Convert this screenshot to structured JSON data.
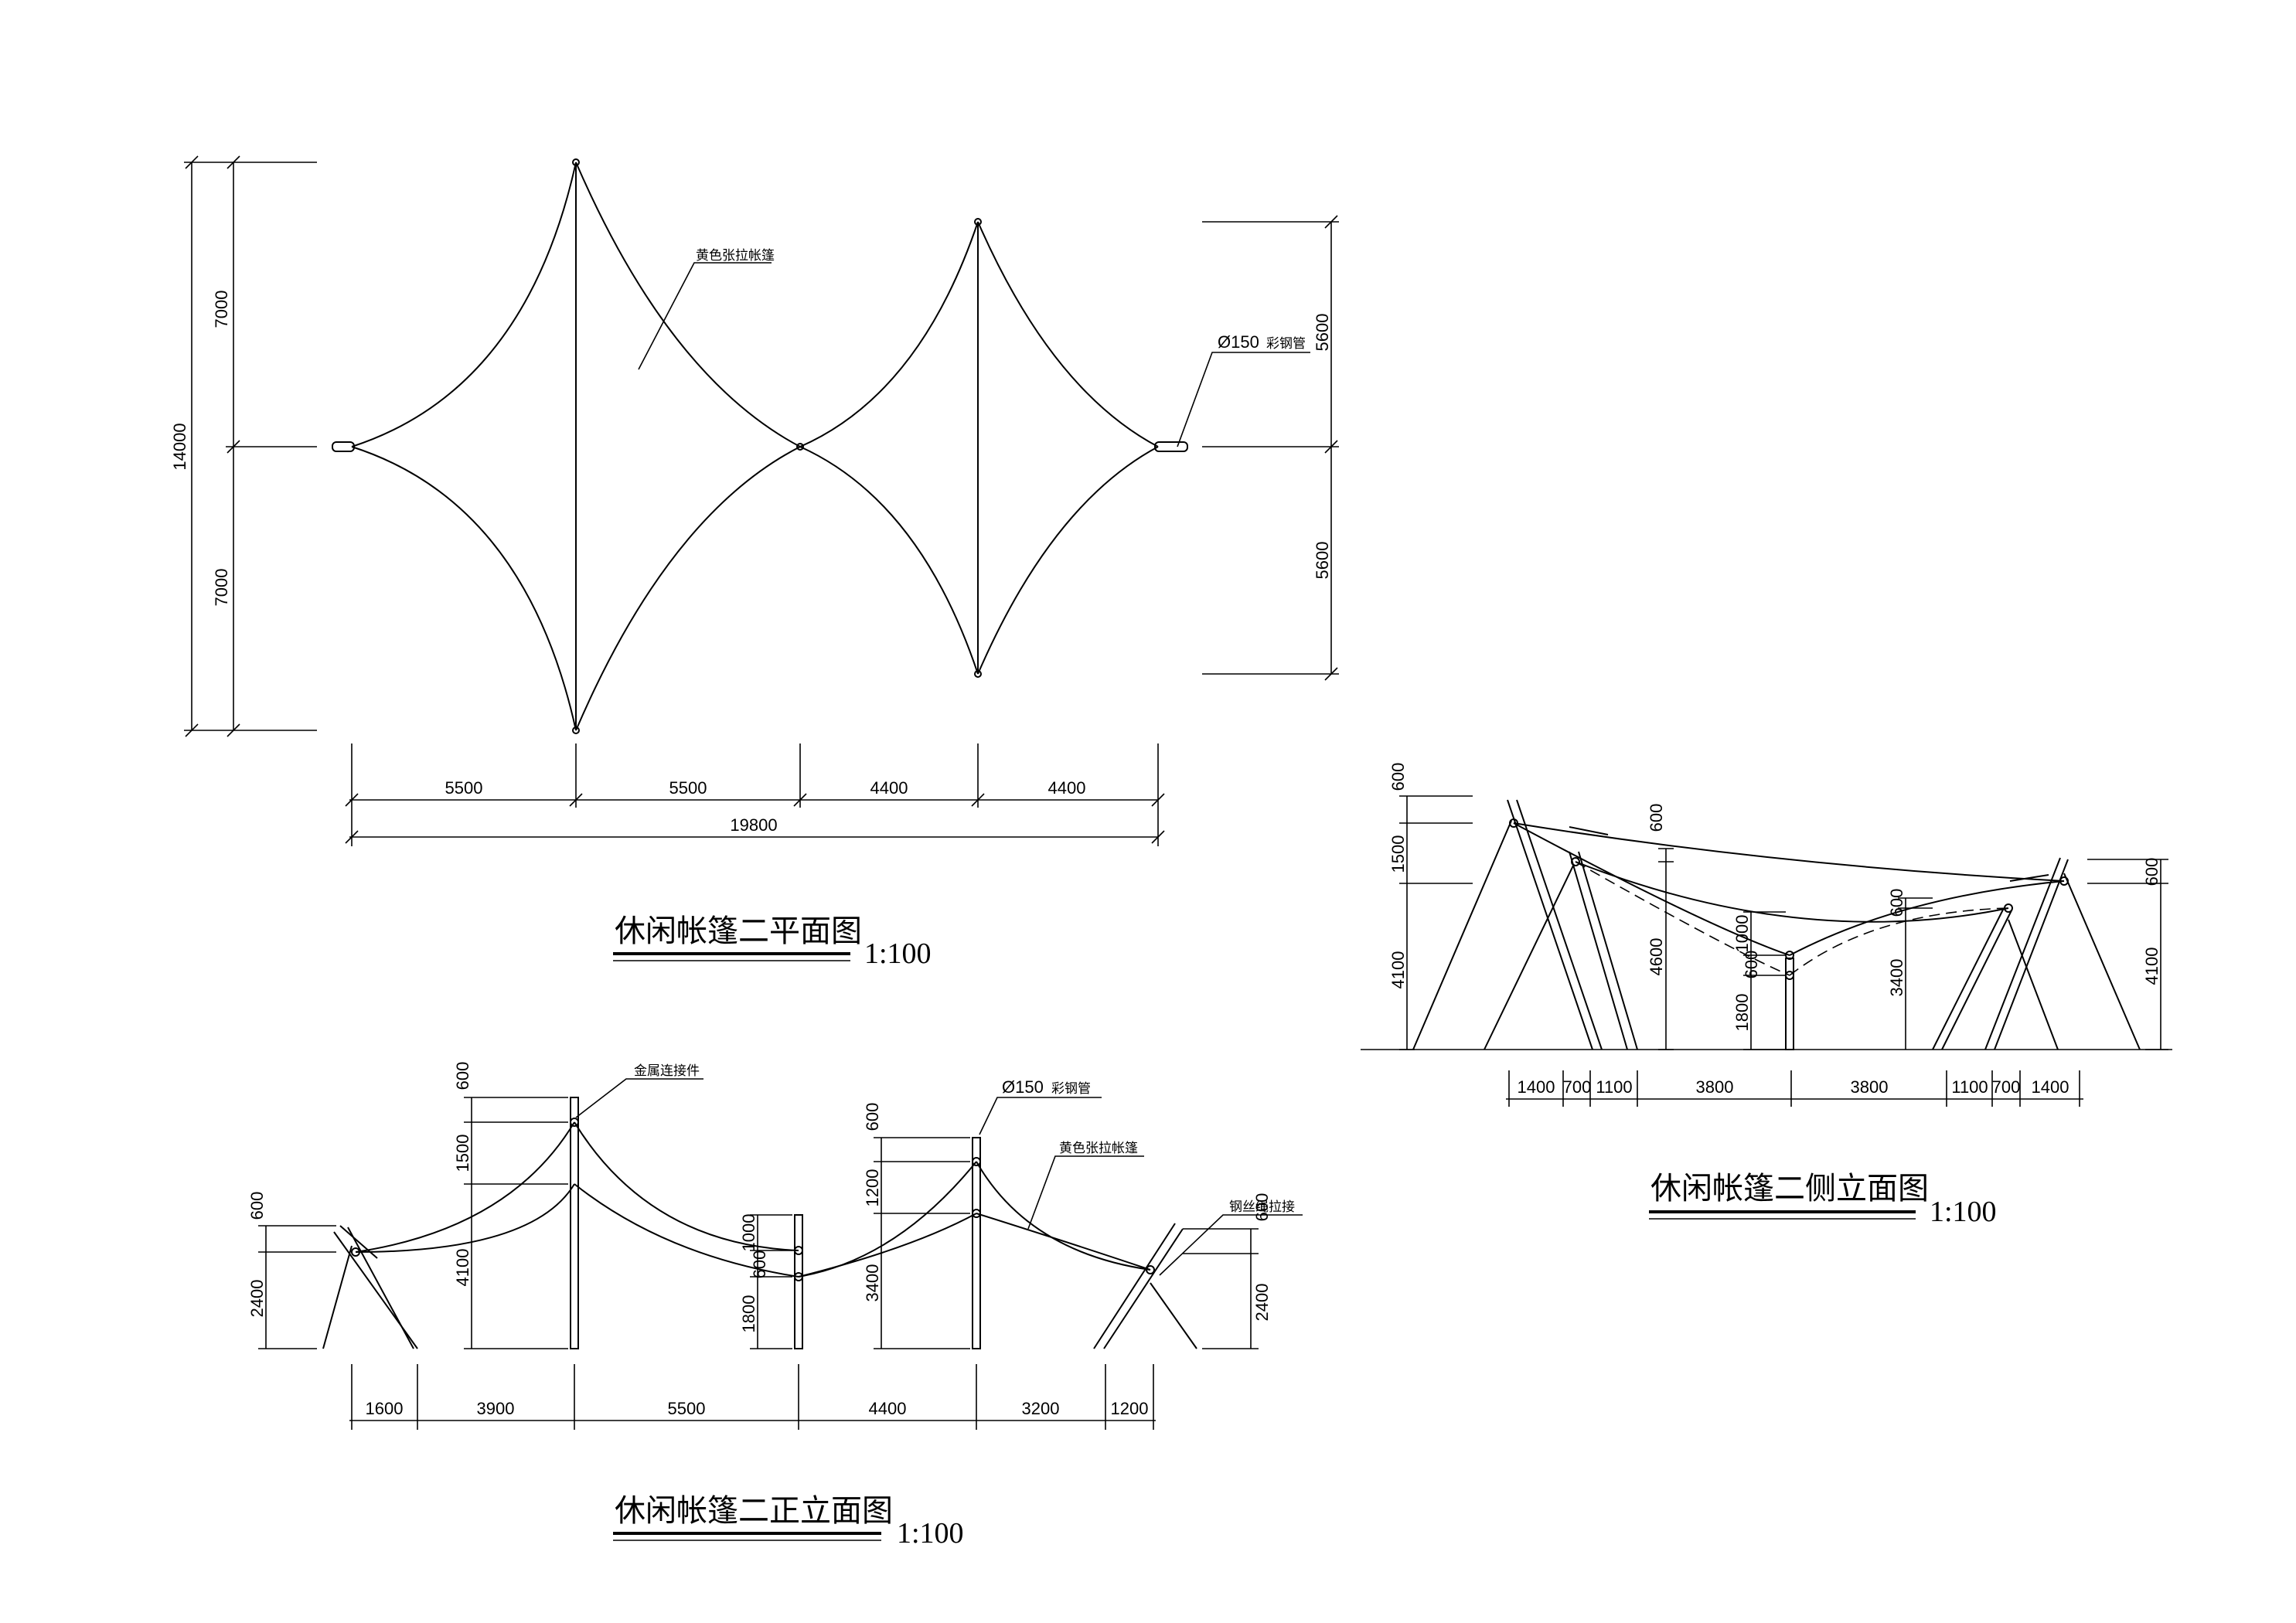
{
  "plan": {
    "dims_left": [
      "7000",
      "7000",
      "14000"
    ],
    "dims_right": [
      "5600",
      "5600"
    ],
    "dims_bottom": [
      "5500",
      "5500",
      "4400",
      "4400"
    ],
    "dim_total": "19800",
    "label_membrane": "黄色张拉帐篷",
    "label_pipe_prefix": "Ø150",
    "label_pipe_suffix": "彩钢管",
    "title": "休闲帐篷二平面图",
    "scale": "1:100"
  },
  "front": {
    "label_connector": "金属连接件",
    "label_pipe_prefix": "Ø150",
    "label_pipe_suffix": "彩钢管",
    "label_membrane": "黄色张拉帐篷",
    "label_cable": "钢丝绳拉接",
    "dims_mast_left": [
      "600",
      "1500",
      "4100"
    ],
    "dims_anchor_left": [
      "600",
      "2400"
    ],
    "dims_center": [
      "1000",
      "600",
      "1800"
    ],
    "dims_mast_right": [
      "600",
      "1200",
      "3400"
    ],
    "dims_anchor_right": [
      "600",
      "2400"
    ],
    "dims_bottom": [
      "1600",
      "3900",
      "5500",
      "4400",
      "3200",
      "1200"
    ],
    "title": "休闲帐篷二正立面图",
    "scale": "1:100"
  },
  "side": {
    "dims_left": [
      "600",
      "1500",
      "4100"
    ],
    "dims_inner": [
      "600",
      "4600"
    ],
    "dims_center": [
      "1000",
      "600",
      "1800"
    ],
    "dims_right_inner": [
      "600",
      "3400"
    ],
    "dims_right": [
      "600",
      "4100"
    ],
    "dims_bottom": [
      "1400",
      "700",
      "1100",
      "3800",
      "3800",
      "1100",
      "700",
      "1400"
    ],
    "title": "休闲帐篷二侧立面图",
    "scale": "1:100"
  }
}
